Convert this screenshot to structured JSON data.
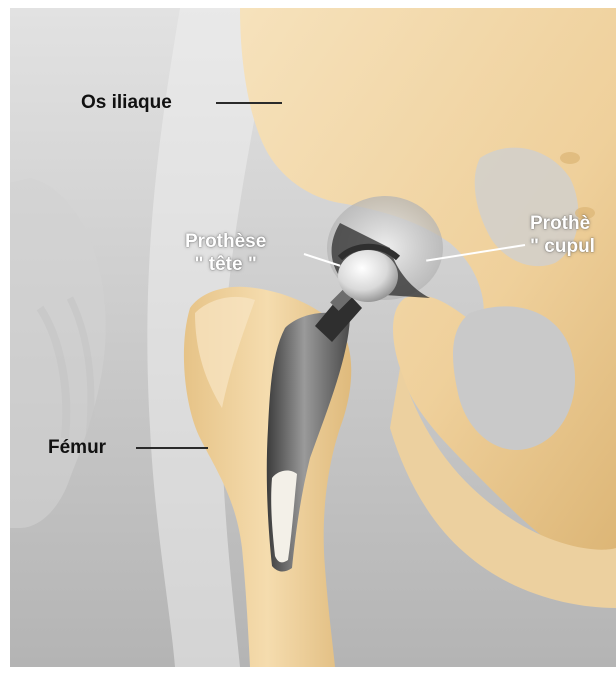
{
  "labels": {
    "iliac_bone": "Os iliaque",
    "head_prosthesis_line1": "Prothèse",
    "head_prosthesis_line2": "\" tête \"",
    "cup_prosthesis_line1": "Prothè",
    "cup_prosthesis_line2": "\" cupul",
    "femur": "Fémur"
  },
  "colors": {
    "background_top": "#dcdcdc",
    "background_bottom": "#b9b9b9",
    "bone": "#f0d6a6",
    "bone_shadow": "#d9b67a",
    "metal_dark": "#3a3a3a",
    "metal_light": "#e4e4e4",
    "leader_dark": "#2a2a2a",
    "leader_light": "#ffffff"
  }
}
